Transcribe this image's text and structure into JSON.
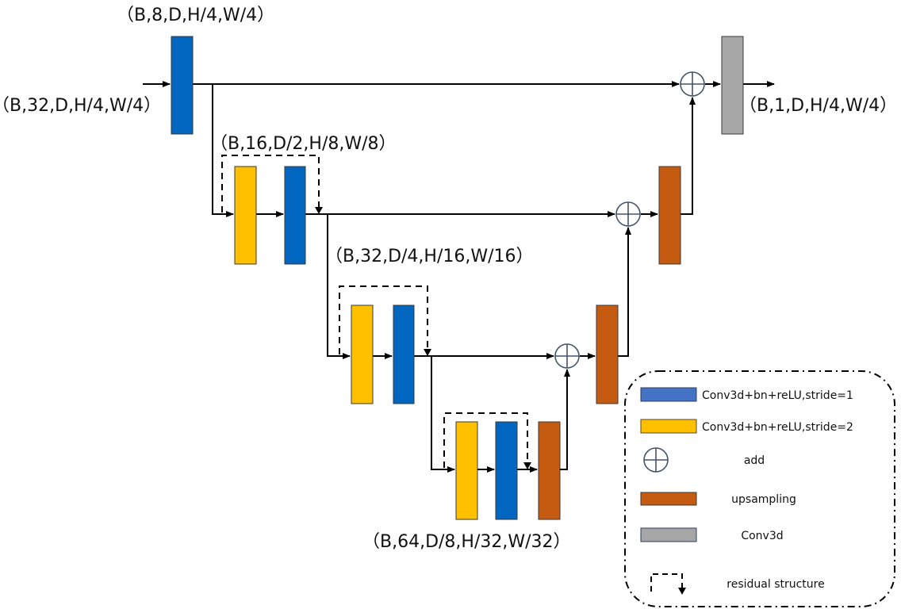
{
  "diagram": {
    "title": "3D U-Net style encoder-decoder with residual structures",
    "colors": {
      "conv_stride1": "#0066C0",
      "conv_stride2": "#FFC000",
      "upsampling": "#C55A11",
      "conv3d": "#A6A6A6",
      "add_stroke": "#44546A",
      "legend_conv_stride1": "#4472C4"
    },
    "shape_labels": {
      "input": "（B,32,D,H/4,W/4）",
      "level1": "（B,8,D,H/4,W/4）",
      "level2": "（B,16,D/2,H/8,W/8）",
      "level3": "（B,32,D/4,H/16,W/16）",
      "level4": "（B,64,D/8,H/32,W/32）",
      "output": "（B,1,D,H/4,W/4）"
    },
    "nodes": [
      {
        "id": "l1-conv",
        "type": "conv_stride1"
      },
      {
        "id": "l2-conv-s2",
        "type": "conv_stride2"
      },
      {
        "id": "l2-conv-s1",
        "type": "conv_stride1"
      },
      {
        "id": "l3-conv-s2",
        "type": "conv_stride2"
      },
      {
        "id": "l3-conv-s1",
        "type": "conv_stride1"
      },
      {
        "id": "l4-conv-s2",
        "type": "conv_stride2"
      },
      {
        "id": "l4-conv-s1",
        "type": "conv_stride1"
      },
      {
        "id": "l4-up",
        "type": "upsampling"
      },
      {
        "id": "l3-add",
        "type": "add"
      },
      {
        "id": "l3-up",
        "type": "upsampling"
      },
      {
        "id": "l2-add",
        "type": "add"
      },
      {
        "id": "l2-up",
        "type": "upsampling"
      },
      {
        "id": "l1-add",
        "type": "add"
      },
      {
        "id": "out-conv",
        "type": "conv3d"
      }
    ],
    "legend": {
      "items": [
        {
          "symbol": "conv_stride1",
          "label": "Conv3d+bn+reLU,stride=1"
        },
        {
          "symbol": "conv_stride2",
          "label": "Conv3d+bn+reLU,stride=2"
        },
        {
          "symbol": "add",
          "label": "add"
        },
        {
          "symbol": "upsampling",
          "label": "upsampling"
        },
        {
          "symbol": "conv3d",
          "label": "Conv3d"
        },
        {
          "symbol": "residual",
          "label": "residual structure"
        }
      ]
    }
  }
}
